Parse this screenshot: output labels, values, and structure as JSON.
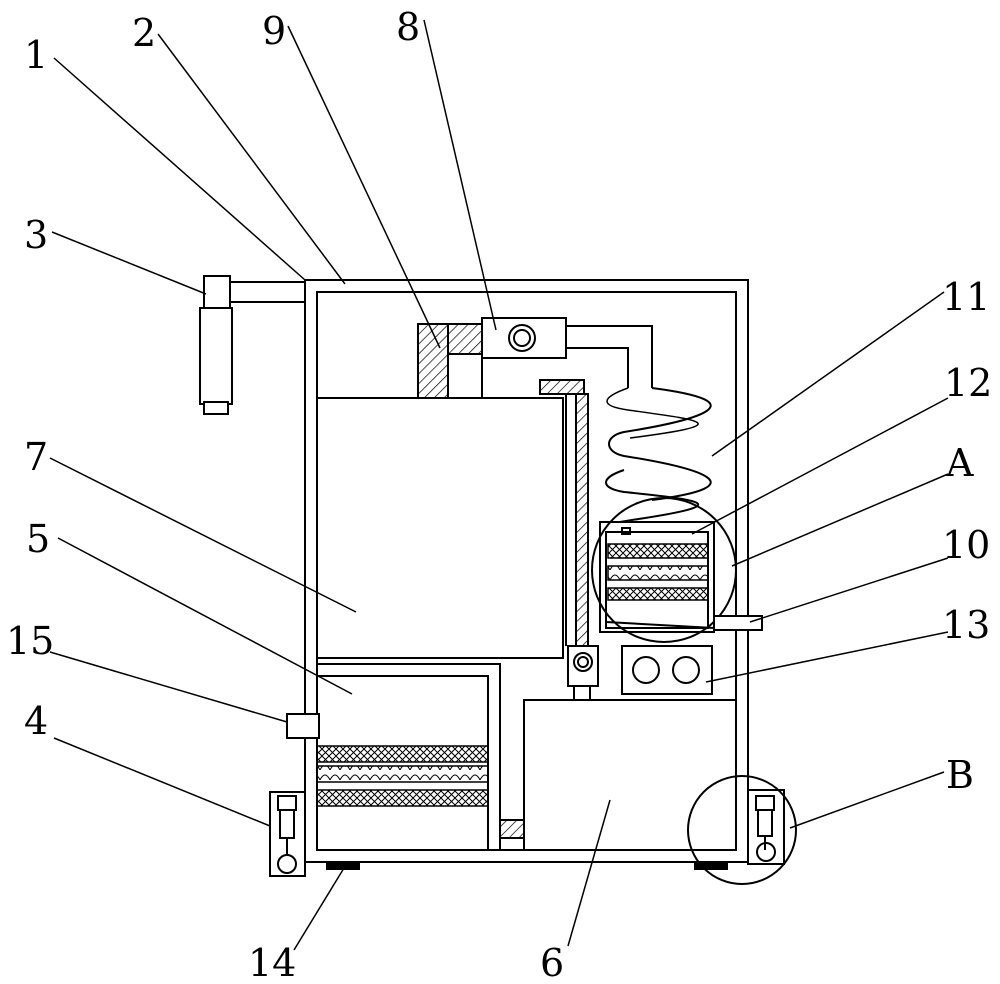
{
  "labels": {
    "l1": "1",
    "l2": "2",
    "l3": "3",
    "l4": "4",
    "l5": "5",
    "l6": "6",
    "l7": "7",
    "l8": "8",
    "l9": "9",
    "l10": "10",
    "l11": "11",
    "l12": "12",
    "l13": "13",
    "l14": "14",
    "l15": "15",
    "lA": "A",
    "lB": "B"
  }
}
